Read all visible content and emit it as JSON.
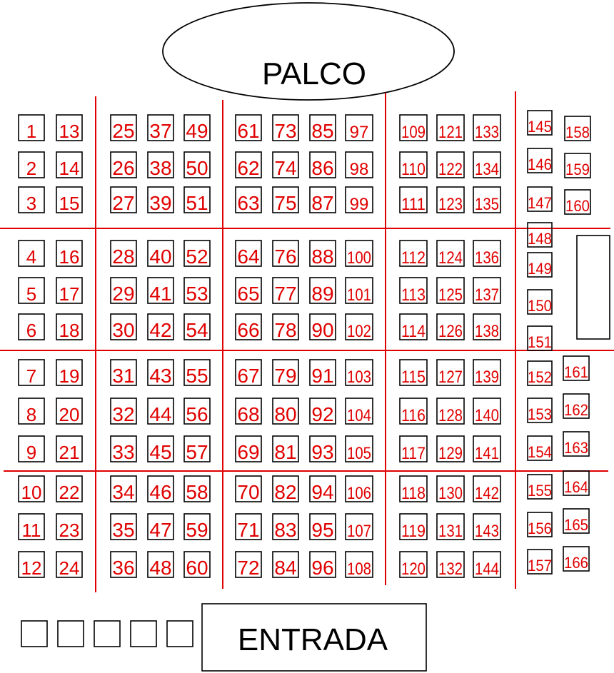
{
  "stage_label": "PALCO",
  "entrance_label": "ENTRADA",
  "colors": {
    "seat_number": "#e00000",
    "aisle_line": "#e00000",
    "outline": "#000000"
  },
  "seat_count": 166,
  "extra_boxes_near_entrance": 5
}
